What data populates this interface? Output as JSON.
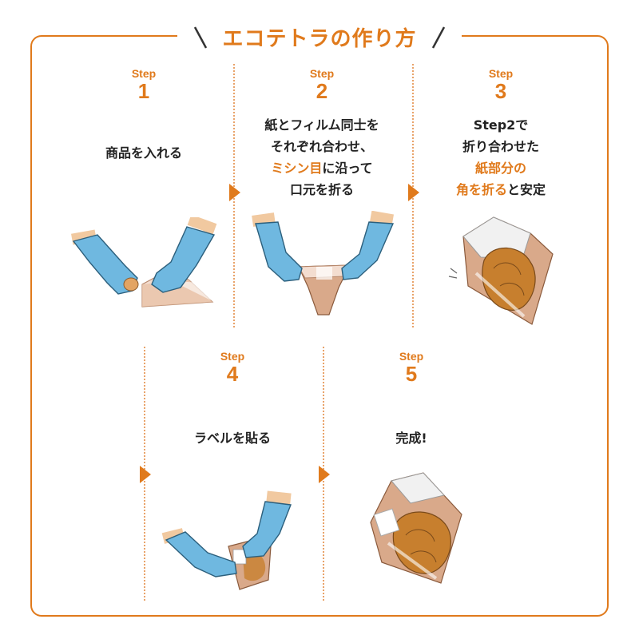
{
  "title": "エコテトラの作り方",
  "steps": [
    {
      "label": "Step",
      "number": "1",
      "lines": [
        [
          {
            "t": "商品を入れる",
            "hl": false
          }
        ]
      ]
    },
    {
      "label": "Step",
      "number": "2",
      "lines": [
        [
          {
            "t": "紙とフィルム同士を",
            "hl": false
          }
        ],
        [
          {
            "t": "それぞれ合わせ、",
            "hl": false
          }
        ],
        [
          {
            "t": "ミシン目",
            "hl": true
          },
          {
            "t": "に沿って",
            "hl": false
          }
        ],
        [
          {
            "t": "口元を折る",
            "hl": false
          }
        ]
      ]
    },
    {
      "label": "Step",
      "number": "3",
      "lines": [
        [
          {
            "t": "Step2で",
            "hl": false
          }
        ],
        [
          {
            "t": "折り合わせた",
            "hl": false
          }
        ],
        [
          {
            "t": "紙部分の",
            "hl": true
          }
        ],
        [
          {
            "t": "角を折る",
            "hl": true
          },
          {
            "t": "と安定",
            "hl": false
          }
        ]
      ]
    },
    {
      "label": "Step",
      "number": "4",
      "lines": [
        [
          {
            "t": "ラベルを貼る",
            "hl": false
          }
        ]
      ]
    },
    {
      "label": "Step",
      "number": "5",
      "lines": [
        [
          {
            "t": "完成!",
            "hl": false
          }
        ]
      ]
    }
  ],
  "colors": {
    "accent": "#e07a1c",
    "glove": "#6fb8e0",
    "paper": "#d9a98a",
    "food": "#c77f2e"
  },
  "icons": [
    "arrow-right-icon",
    "glove-hand-icon",
    "bag-icon"
  ]
}
